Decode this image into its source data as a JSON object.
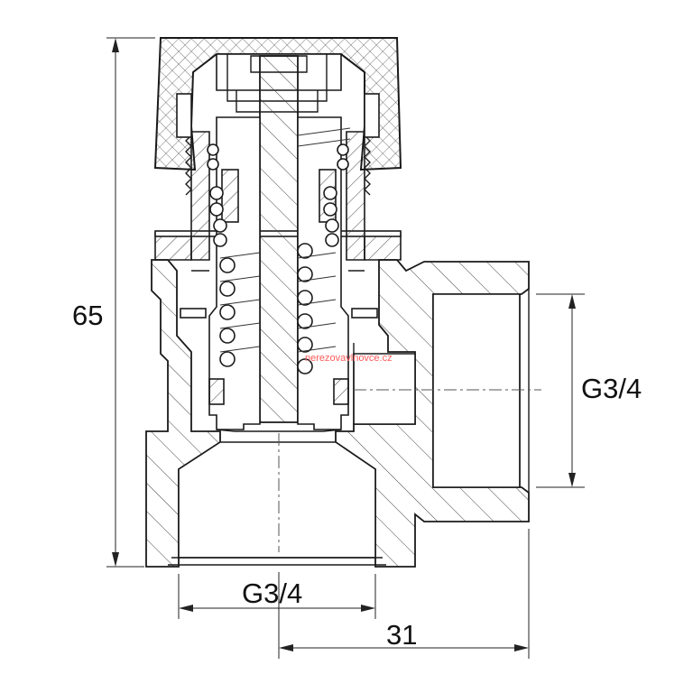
{
  "dimensions": {
    "height_label": "65",
    "side_port_label": "G3/4",
    "bottom_port_label": "G3/4",
    "offset_label": "31"
  },
  "watermark": "nerezovavlnovce.cz",
  "colors": {
    "line": "#1a1a1a",
    "watermark": "#ff5a5a",
    "background": "#ffffff"
  }
}
